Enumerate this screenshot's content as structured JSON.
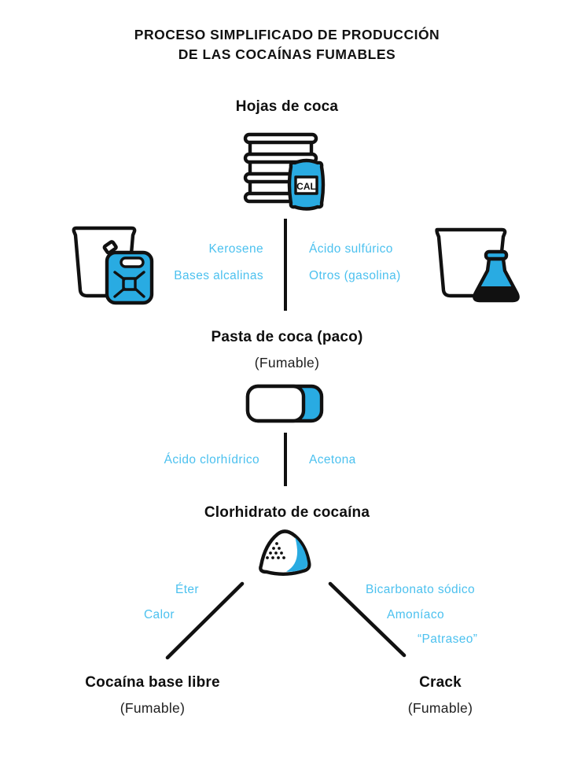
{
  "title": {
    "line1": "PROCESO SIMPLIFICADO DE PRODUCCIÓN",
    "line2": "DE LAS COCAÍNAS FUMABLES"
  },
  "colors": {
    "icon_blue": "#29ABE2",
    "label_blue": "#4CC1EF",
    "ink": "#111111"
  },
  "nodes": {
    "hojas": {
      "title": "Hojas de coca"
    },
    "pasta": {
      "title": "Pasta de coca (paco)",
      "subtitle": "(Fumable)"
    },
    "clorhidrato": {
      "title": "Clorhidrato de cocaína"
    },
    "base_libre": {
      "title": "Cocaína base libre",
      "subtitle": "(Fumable)"
    },
    "crack": {
      "title": "Crack",
      "subtitle": "(Fumable)"
    }
  },
  "reagents": {
    "stage1_left": [
      "Kerosene",
      "Bases alcalinas"
    ],
    "stage1_right": [
      "Ácido sulfúrico",
      "Otros (gasolina)"
    ],
    "stage2_left": "Ácido clorhídrico",
    "stage2_right": "Acetona",
    "branch_left": [
      "Éter",
      "Calor"
    ],
    "branch_right": [
      "Bicarbonato sódico",
      "Amoníaco",
      "“Patraseo”"
    ]
  },
  "icons": {
    "bag_label": "CAL",
    "names": [
      "drum-icon",
      "lime-bag-icon",
      "bucket-icon",
      "jerrycan-icon",
      "flask-icon",
      "paste-bar-icon",
      "powder-mound-icon"
    ]
  }
}
